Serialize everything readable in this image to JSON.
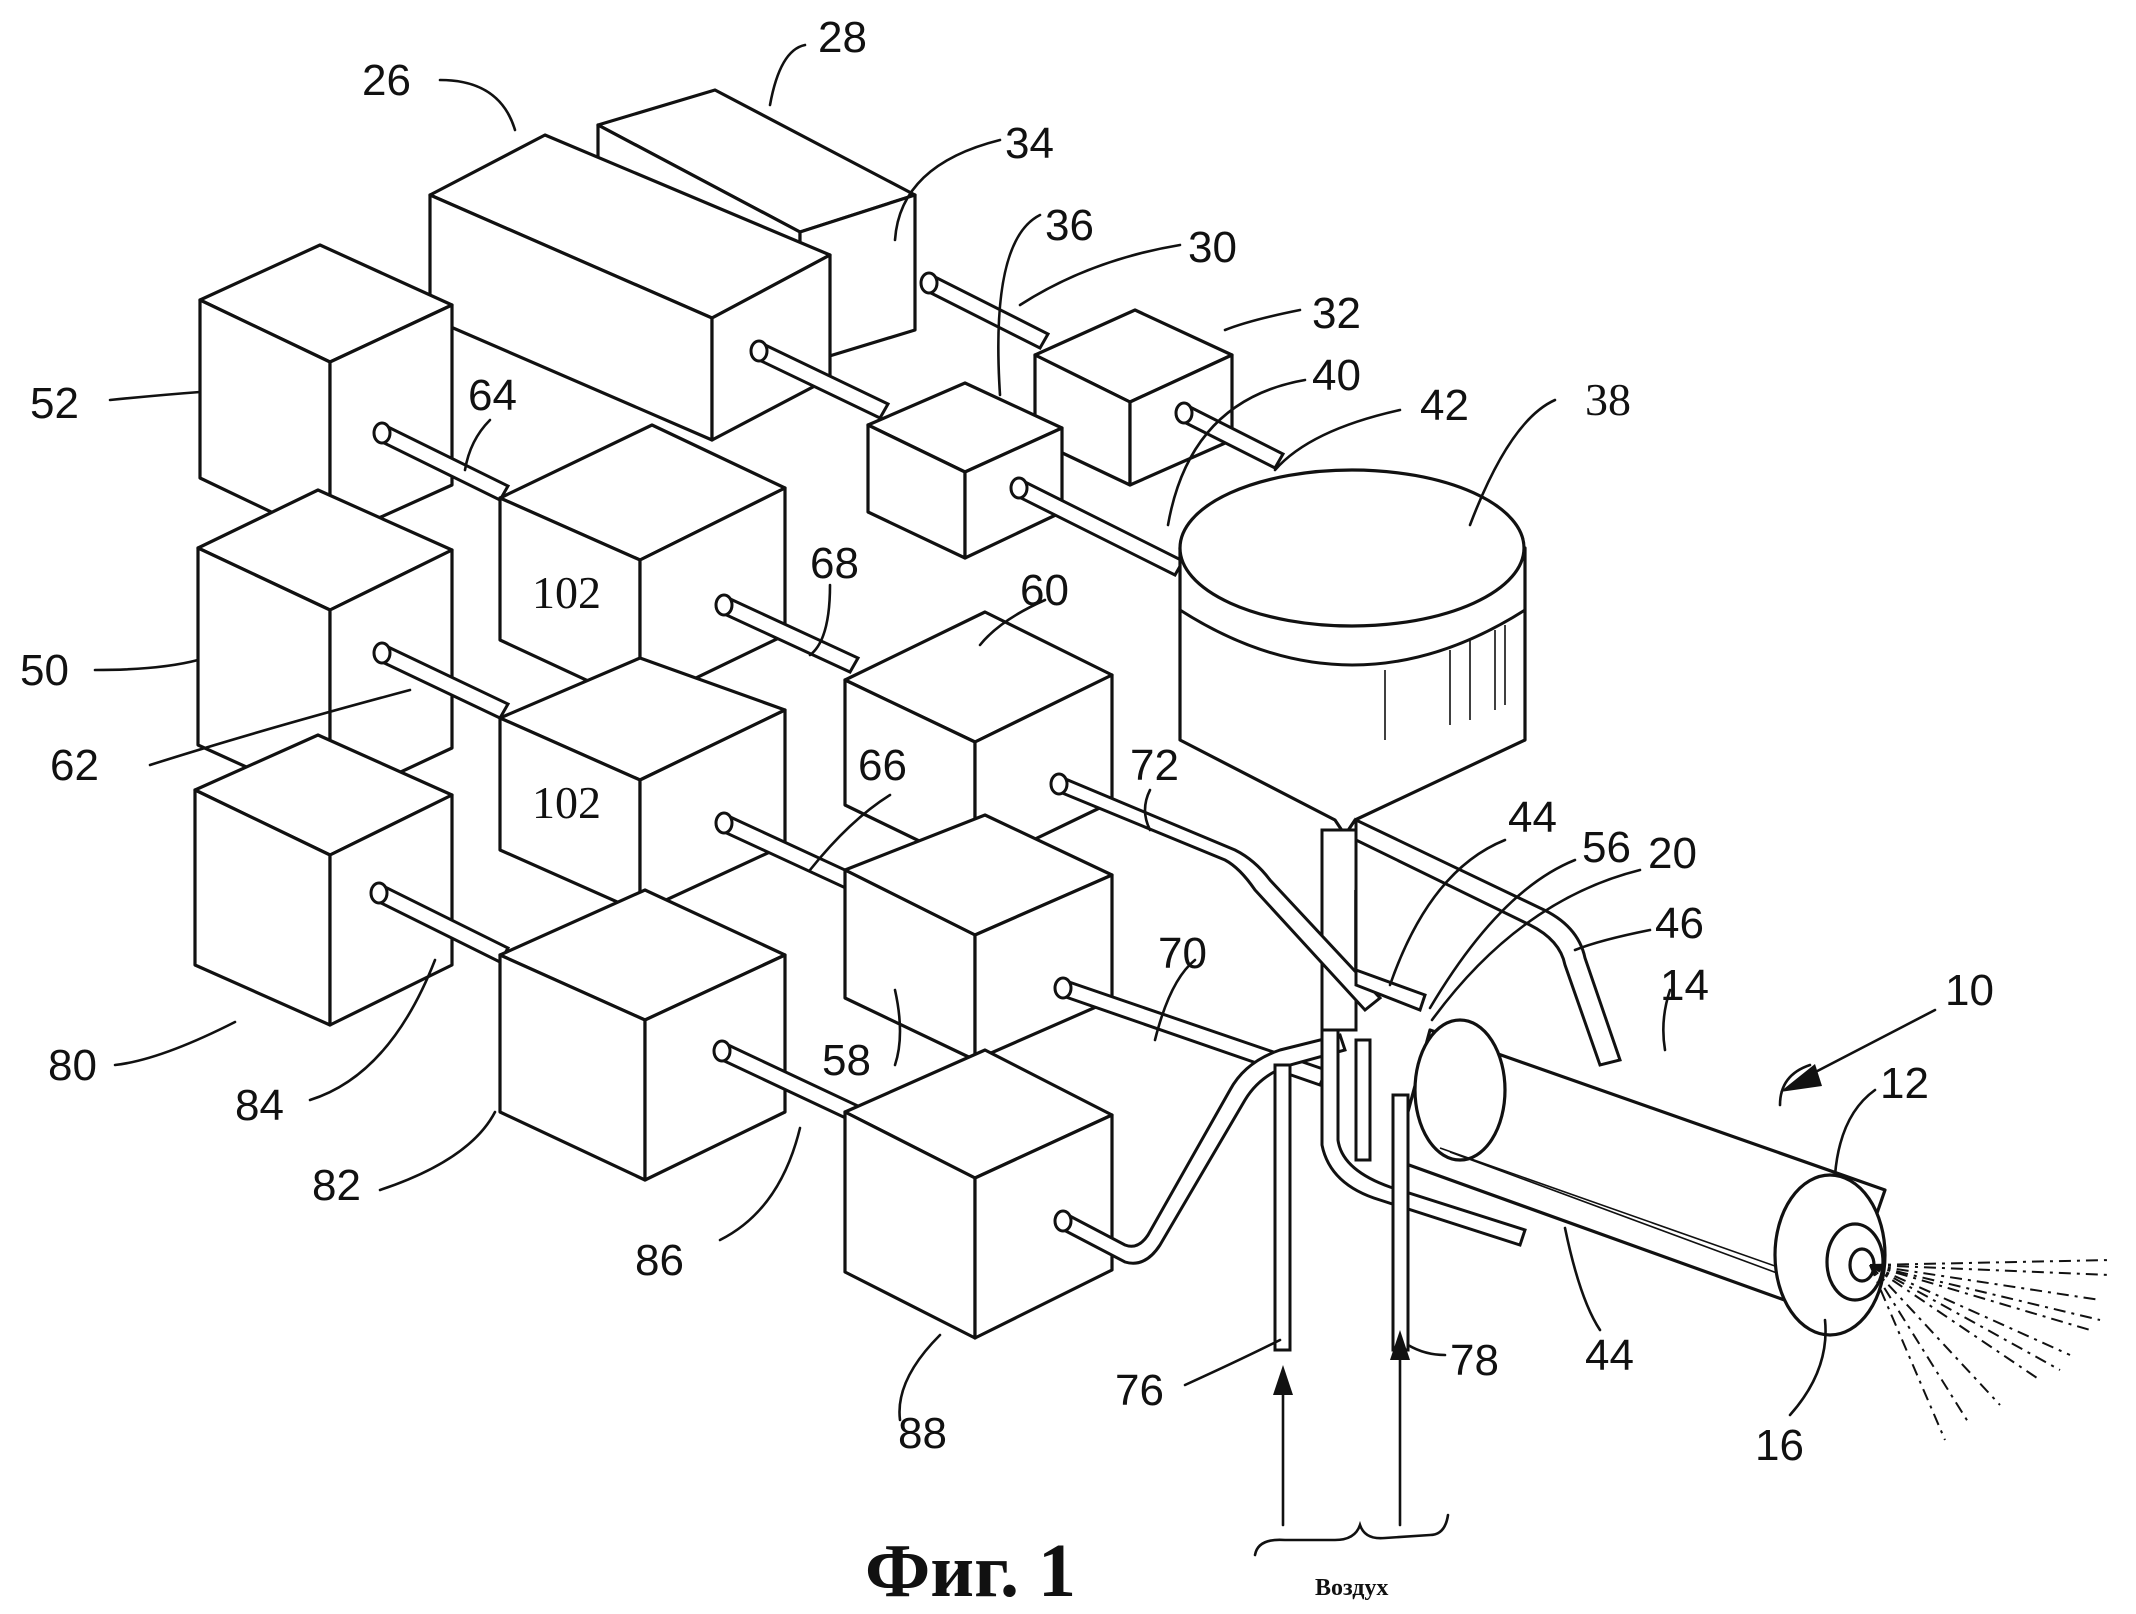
{
  "figure": {
    "caption": "Фиг. 1",
    "air_label": "Воздух"
  },
  "labels": {
    "n28": "28",
    "n26": "26",
    "n34": "34",
    "n36": "36",
    "n30": "30",
    "n32": "32",
    "n40": "40",
    "n42": "42",
    "n38": "38",
    "n52": "52",
    "n64": "64",
    "n102a": "102",
    "n68": "68",
    "n60": "60",
    "n50": "50",
    "n62": "62",
    "n102b": "102",
    "n66": "66",
    "n72": "72",
    "n44a": "44",
    "n56": "56",
    "n20": "20",
    "n46": "46",
    "n10": "10",
    "n14": "14",
    "n12": "12",
    "n70": "70",
    "n58": "58",
    "n80": "80",
    "n84": "84",
    "n82": "82",
    "n86": "86",
    "n88": "88",
    "n76": "76",
    "n78": "78",
    "n44b": "44",
    "n16": "16"
  }
}
